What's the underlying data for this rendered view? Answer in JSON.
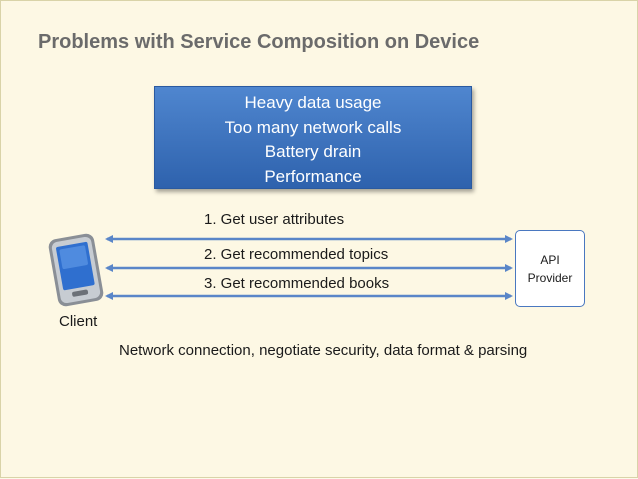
{
  "slide": {
    "title": "Problems with Service Composition on Device",
    "problems": [
      "Heavy data usage",
      "Too many network calls",
      "Battery drain",
      "Performance"
    ],
    "calls": [
      {
        "label": "1. Get user attributes"
      },
      {
        "label": "2. Get recommended topics"
      },
      {
        "label": "3. Get recommended books"
      }
    ],
    "client_label": "Client",
    "api_label_line1": "API",
    "api_label_line2": "Provider",
    "note": "Network connection, negotiate security,  data format & parsing"
  },
  "colors": {
    "background": "#fdf8e4",
    "title": "#6b6b6b",
    "problems_box": "#3b6fbd",
    "arrow": "#5a86c8"
  },
  "icons": {
    "client": "mobile-phone-icon"
  }
}
